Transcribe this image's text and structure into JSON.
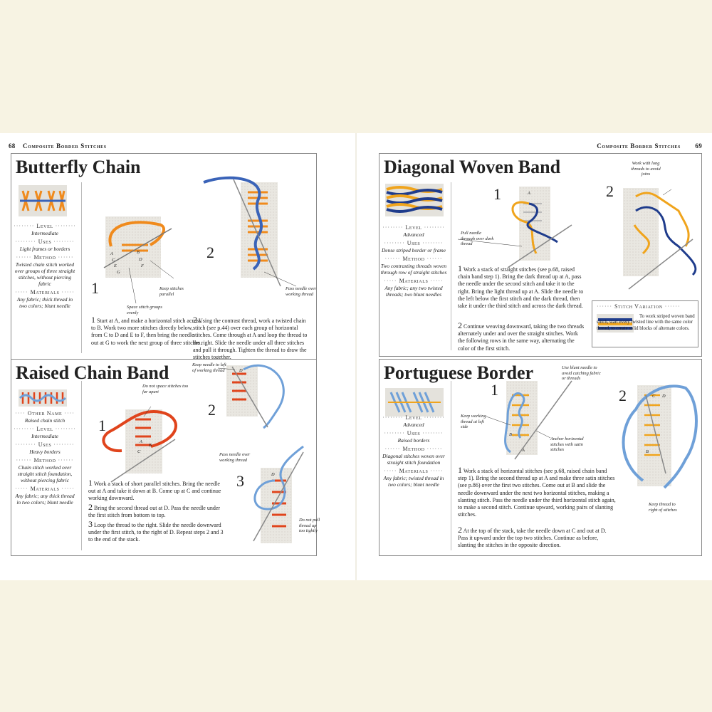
{
  "header": {
    "left_page": "68",
    "left_title": "Composite Border Stitches",
    "right_page": "69",
    "right_title": "Composite Border Stitches"
  },
  "labels": {
    "level": "Level",
    "uses": "Uses",
    "method": "Method",
    "materials": "Materials",
    "other_name": "Other Name"
  },
  "butterfly": {
    "title": "Butterfly Chain",
    "level": "Intermediate",
    "uses": "Light frames or borders",
    "method": "Twisted chain stitch worked over groups of three straight stitches, without piercing fabric",
    "materials": "Any fabric; thick thread in two colors; blunt needle",
    "num1": "1",
    "num2": "2",
    "ann_keep": "Keep stitches parallel",
    "ann_space": "Space stitch groups evenly",
    "ann_pass": "Pass needle over working thread",
    "letters": [
      "A",
      "B",
      "C",
      "D",
      "E",
      "F",
      "G"
    ],
    "step1": {
      "n": "1",
      "text": "Start at A, and make a horizontal stitch across to B. Work two more stitches directly below, from C to D and E to F, then bring the needle out at G to work the next group of three stitches."
    },
    "step2": {
      "n": "2",
      "text": "Using the contrast thread, work a twisted chain stitch (see p.44) over each group of horizontal stitches. Come through at A and loop the thread to the right. Slide the needle under all three stitches and pull it through. Tighten the thread to draw the stitches together."
    }
  },
  "raised": {
    "title": "Raised Chain Band",
    "other_name": "Raised chain stitch",
    "level": "Intermediate",
    "uses": "Heavy borders",
    "method": "Chain stitch worked over straight stitch foundation, without piercing fabric",
    "materials": "Any fabric; any thick thread in two colors; blunt needle",
    "num1": "1",
    "num2": "2",
    "num3": "3",
    "ann_nospace": "Do not space stitches too far apart",
    "ann_keepleft": "Keep needle to left of working thread",
    "ann_passover": "Pass needle over working thread",
    "ann_notpull": "Do not pull thread up too tightly",
    "letters": [
      "A",
      "B",
      "C",
      "D"
    ],
    "step1": {
      "n": "1",
      "text": "Work a stack of short parallel stitches. Bring the needle out at A and take it down at B. Come up at C and continue working downward."
    },
    "step2": {
      "n": "2",
      "text": "Bring the second thread out at D. Pass the needle under the first stitch from bottom to top."
    },
    "step3": {
      "n": "3",
      "text": "Loop the thread to the right. Slide the needle downward under the first stitch, to the right of D. Repeat steps 2 and 3 to the end of the stack."
    }
  },
  "diagonal": {
    "title": "Diagonal Woven Band",
    "level": "Advanced",
    "uses": "Dense striped border or frame",
    "method": "Two contrasting threads woven through row of straight stitches",
    "materials": "Any fabric; any two twisted threads; two blunt needles",
    "num1": "1",
    "num2": "2",
    "ann_pull": "Pull needle through over dark thread",
    "ann_work": "Work with long threads to avoid joins",
    "letters": [
      "A"
    ],
    "step1": {
      "n": "1",
      "text": "Work a stack of straight stitches (see p.68, raised chain band step 1). Bring the dark thread up at A, pass the needle under the second stitch and take it to the right. Bring the light thread up at A. Slide the needle to the left below the first stitch and the dark thread, then take it under the third stitch and across the dark thread."
    },
    "step2": {
      "n": "2",
      "text": "Continue weaving downward, taking the two threads alternately under and over the straight stitches. Work the following rows in the same way, alternating the color of the first stitch."
    },
    "variation_title": "Stitch Variation",
    "variation_text": "To work striped woven band stitch, start every twisted line with the same color thread, to create solid blocks of alternate colors."
  },
  "portuguese": {
    "title": "Portuguese Border",
    "level": "Advanced",
    "uses": "Raised borders",
    "method": "Diagonal stitches woven over straight stitch foundation",
    "materials": "Any fabric; twisted thread in two colors; blunt needle",
    "num1": "1",
    "num2": "2",
    "ann_blunt": "Use blunt needle to avoid catching fabric or threads",
    "ann_keepworking": "Keep working thread at left side",
    "ann_anchor": "Anchor horizontal stitches with satin stitches",
    "ann_keepright": "Keep thread to right of stitches",
    "letters": [
      "A",
      "B",
      "C",
      "D"
    ],
    "step1": {
      "n": "1",
      "text": "Work a stack of horizontal stitches (see p.68, raised chain band step 1). Bring the second thread up at A and make three satin stitches (see p.86) over the first two stitches. Come out at B and slide the needle downward under the next two horizontal stitches, making a slanting stitch. Pass the needle under the third horizontal stitch again, to make a second stitch. Continue upward, working pairs of slanting stitches."
    },
    "step2": {
      "n": "2",
      "text": "At the top of the stack, take the needle down at C and out at D. Pass it upward under the top two stitches. Continue as before, slanting the stitches in the opposite direction."
    }
  },
  "colors": {
    "orange": "#f08a1c",
    "blue": "#3a63b8",
    "lightblue": "#6fa0d8",
    "red": "#e0441c",
    "navy": "#1f3c8c",
    "gold": "#f0a41c"
  }
}
